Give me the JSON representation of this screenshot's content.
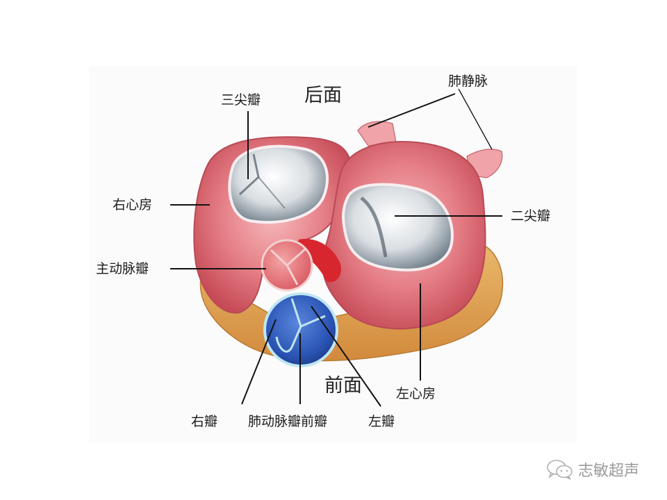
{
  "diagram": {
    "title_posterior": "后面",
    "title_anterior": "前面",
    "labels": {
      "tricuspid_valve": "三尖瓣",
      "pulmonary_veins": "肺静脉",
      "right_atrium": "右心房",
      "mitral_valve": "二尖瓣",
      "aortic_valve": "主动脉瓣",
      "left_atrium": "左心房",
      "right_cusp": "右瓣",
      "pulmonary_valve_anterior_cusp": "肺动脉瓣前瓣",
      "left_cusp": "左瓣"
    },
    "colors": {
      "myocardium": "#e0707a",
      "myocardium_light": "#f2a4a8",
      "myocardium_dark": "#b83a46",
      "valve_leaflet": "#dfe3e6",
      "valve_shadow": "#4d5a66",
      "fat": "#e3a85a",
      "pulmonary_valve": "#2f5fc0",
      "pulmonary_valve_rim": "#bfe6f2",
      "leader_line": "#111111"
    }
  },
  "watermark": {
    "icon": "wechat-icon",
    "text": "志敏超声"
  }
}
